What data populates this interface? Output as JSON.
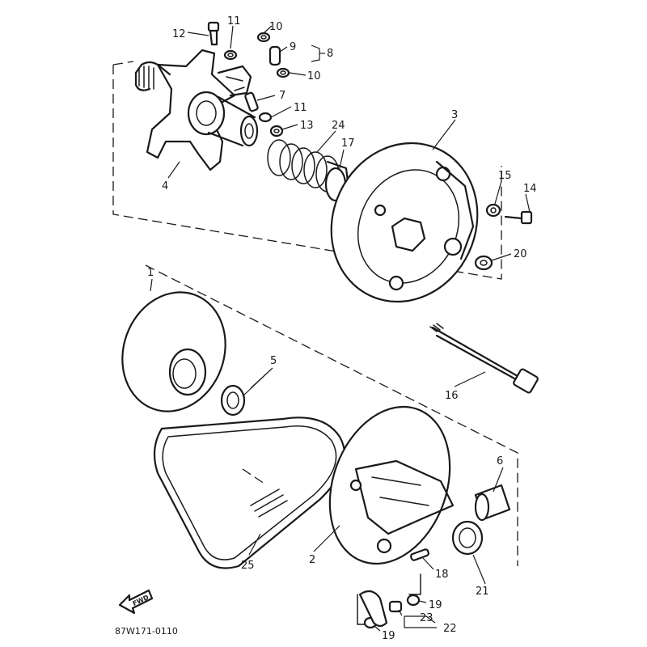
{
  "diagram": {
    "part_code": "87W171-0110",
    "fwd_label": "FWD",
    "labels": [
      {
        "id": "12",
        "text": "12"
      },
      {
        "id": "11a",
        "text": "11"
      },
      {
        "id": "10a",
        "text": "10"
      },
      {
        "id": "9",
        "text": "9"
      },
      {
        "id": "8",
        "text": "8"
      },
      {
        "id": "10b",
        "text": "10"
      },
      {
        "id": "7",
        "text": "7"
      },
      {
        "id": "11b",
        "text": "11"
      },
      {
        "id": "13",
        "text": "13"
      },
      {
        "id": "24",
        "text": "24"
      },
      {
        "id": "17",
        "text": "17"
      },
      {
        "id": "3",
        "text": "3"
      },
      {
        "id": "4",
        "text": "4"
      },
      {
        "id": "15",
        "text": "15"
      },
      {
        "id": "14",
        "text": "14"
      },
      {
        "id": "20",
        "text": "20"
      },
      {
        "id": "1",
        "text": "1"
      },
      {
        "id": "5",
        "text": "5"
      },
      {
        "id": "16",
        "text": "16"
      },
      {
        "id": "6",
        "text": "6"
      },
      {
        "id": "25",
        "text": "25"
      },
      {
        "id": "2",
        "text": "2"
      },
      {
        "id": "18",
        "text": "18"
      },
      {
        "id": "21",
        "text": "21"
      },
      {
        "id": "19a",
        "text": "19"
      },
      {
        "id": "23",
        "text": "23"
      },
      {
        "id": "22",
        "text": "22"
      },
      {
        "id": "19b",
        "text": "19"
      }
    ]
  }
}
